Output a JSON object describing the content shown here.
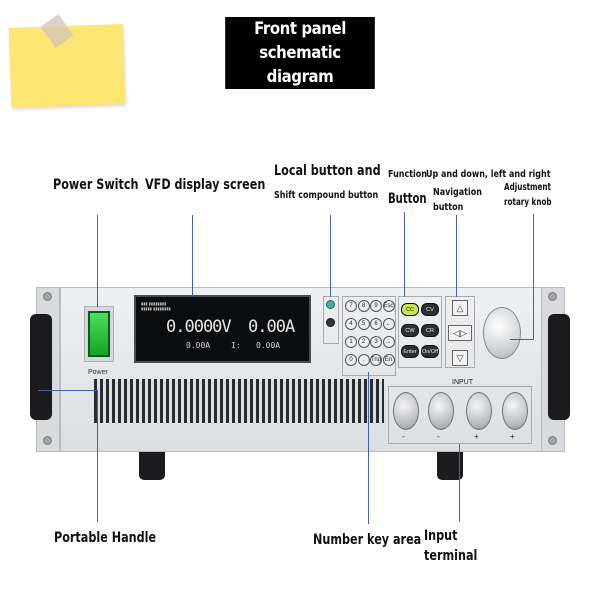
{
  "title": {
    "line1": "Front panel",
    "line2": "schematic diagram"
  },
  "labels": {
    "power_switch": "Power Switch",
    "vfd_screen": "VFD display screen",
    "local_line1": "Local button and",
    "local_line2": "Shift compound button",
    "function_line1": "Function",
    "function_line2": "Button",
    "navigation_line1": "Up and down, left and right",
    "navigation_line2": "Navigation",
    "navigation_line3": "button",
    "adjustment_line1": "Adjustment",
    "adjustment_line2": "rotary knob",
    "portable_handle": "Portable Handle",
    "number_key_area": "Number key area",
    "input_line1": "Input",
    "input_line2": "terminal"
  },
  "device": {
    "power_label": "Power",
    "vfd": {
      "voltage": "0.0000V",
      "current": "0.00A",
      "sub_left": "0.00A",
      "sub_mid": "I:",
      "sub_right": "0.00A"
    },
    "numpad_keys": [
      "7",
      "8",
      "9",
      "Esc",
      "4",
      "5",
      "6",
      "←",
      "1",
      "2",
      "3",
      "→",
      "0",
      ".",
      "Trig",
      "En"
    ],
    "function_keys": [
      "CC",
      "CV",
      "CW",
      "CR",
      "Enter",
      "On/Off"
    ],
    "input_title": "INPUT",
    "terminal_signs": [
      "-",
      "-",
      "+",
      "+"
    ]
  },
  "colors": {
    "leader_line": "#3f63b8",
    "power_switch": "#22b534",
    "cc_key": "#c9e24f",
    "note": "#fde674"
  }
}
